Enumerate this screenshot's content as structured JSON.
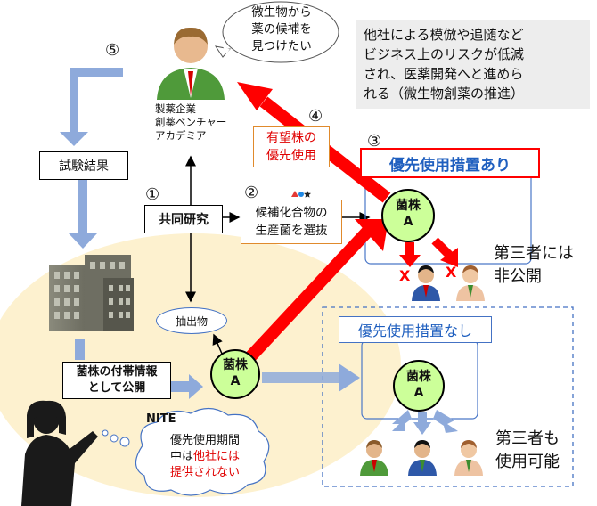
{
  "speech_bubble": {
    "line1": "微生物から",
    "line2": "薬の候補を",
    "line3": "見つけたい"
  },
  "note_box": {
    "line1": "他社による模倣や追随など",
    "line2": "ビジネス上のリスクが低減",
    "line3": "され、医薬開発へと進めら",
    "line4": "れる（微生物創薬の推進）"
  },
  "company": {
    "line1": "製薬企業",
    "line2": "創薬ベンチャー",
    "line3": "アカデミア"
  },
  "steps": {
    "s1": "①",
    "s2": "②",
    "s3": "③",
    "s4": "④",
    "s5": "⑤"
  },
  "boxes": {
    "test_results": "試験結果",
    "joint_research": "共同研究",
    "candidate_line1": "候補化合物の",
    "candidate_line2": "生産菌を選抜",
    "promising_line1": "有望株の",
    "promising_line2": "優先使用",
    "priority_yes": "優先使用措置あり",
    "priority_no": "優先使用措置なし",
    "extract": "抽出物",
    "publish_line1": "菌株の付帯情報",
    "publish_line2": "として公開"
  },
  "strain": {
    "line1": "菌株",
    "line2": "A"
  },
  "third_party": {
    "closed_line1": "第三者には",
    "closed_line2": "非公開",
    "open_line1": "第三者も",
    "open_line2": "使用可能",
    "x_mark": "X"
  },
  "nite": {
    "label": "NITE",
    "cloud_line1": "優先使用期間",
    "cloud_line2_black": "中は",
    "cloud_line2_red": "他社には",
    "cloud_line3_red": "提供されない"
  },
  "colors": {
    "red_arrow": "#ff0000",
    "blue_arrow": "#8eaadb",
    "strain_fill": "#ccff99",
    "priority_text": "#1f5fbf",
    "oval_fill": "#fdf1cf"
  }
}
